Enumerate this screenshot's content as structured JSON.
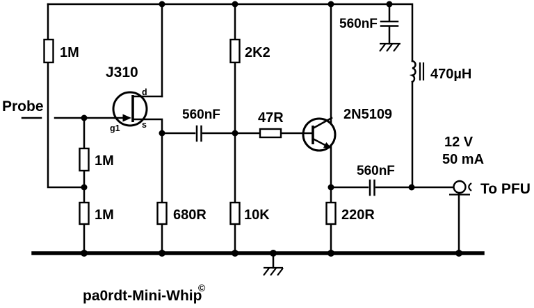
{
  "colors": {
    "line": "#000000",
    "background": "#ffffff"
  },
  "schematic": {
    "input": {
      "label": "Probe"
    },
    "output": {
      "label": "To PFU"
    },
    "supply": {
      "voltage": "12 V",
      "current": "50 mA"
    },
    "caption": {
      "text": "pa0rdt-Mini-Whip",
      "symbol": "©"
    },
    "transistors": {
      "q1": {
        "part": "J310",
        "pin_drain": "d",
        "pin_source": "s",
        "pin_gate": "g1"
      },
      "q2": {
        "part": "2N5109"
      }
    },
    "resistors": {
      "r1": {
        "value": "1M"
      },
      "r2": {
        "value": "1M"
      },
      "r3": {
        "value": "1M"
      },
      "r4": {
        "value": "2K2"
      },
      "r5": {
        "value": "680R"
      },
      "r6": {
        "value": "10K"
      },
      "r7": {
        "value": "47R"
      },
      "r8": {
        "value": "220R"
      }
    },
    "capacitors": {
      "c1": {
        "value": "560nF"
      },
      "c2": {
        "value": "560nF"
      },
      "c3": {
        "value": "560nF"
      }
    },
    "inductors": {
      "l1": {
        "value": "470µH"
      }
    }
  }
}
